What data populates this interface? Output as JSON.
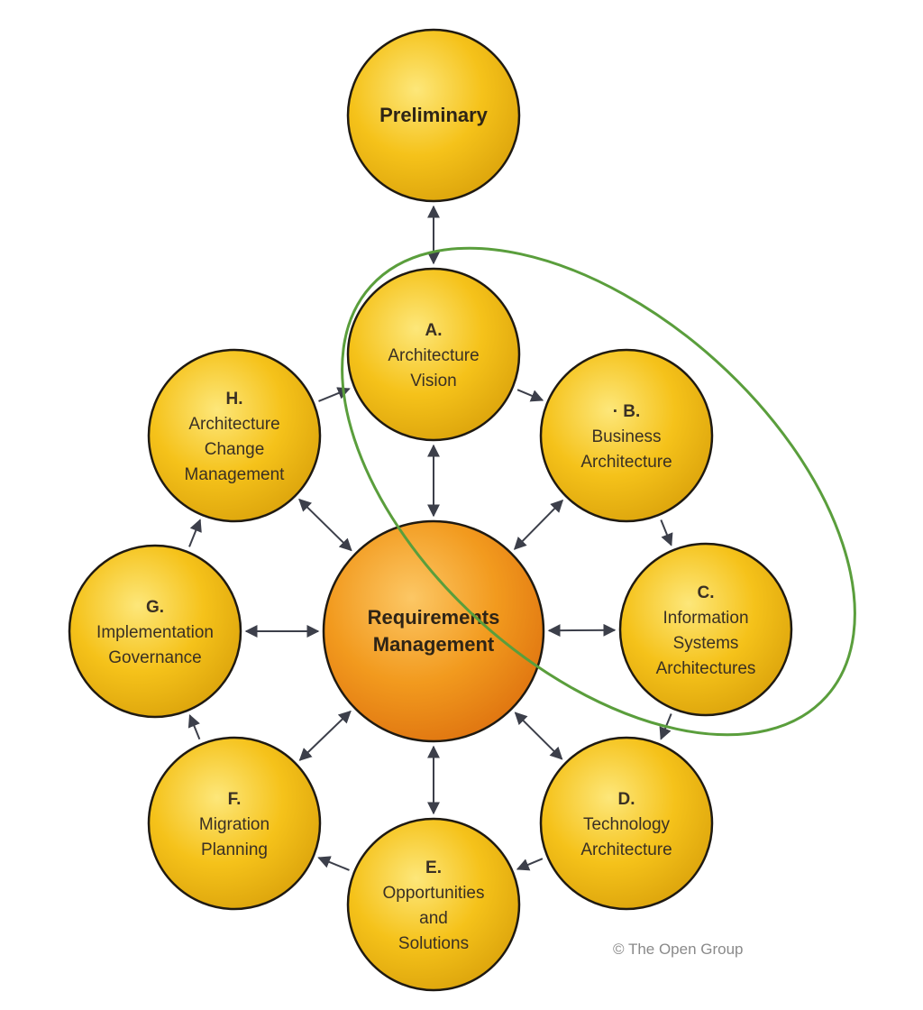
{
  "diagram": {
    "nodes": [
      {
        "id": "preliminary",
        "name": "phase-preliminary",
        "letter": "",
        "lines": [
          "Preliminary"
        ],
        "style": "big"
      },
      {
        "id": "a",
        "name": "phase-a-architecture-vision",
        "letter": "A.",
        "lines": [
          "Architecture",
          "Vision"
        ],
        "style": "normal"
      },
      {
        "id": "b",
        "name": "phase-b-business-architecture",
        "letter": "· B.",
        "lines": [
          "Business",
          "Architecture"
        ],
        "style": "normal"
      },
      {
        "id": "c",
        "name": "phase-c-information-systems-architectures",
        "letter": "C.",
        "lines": [
          "Information",
          "Systems",
          "Architectures"
        ],
        "style": "normal"
      },
      {
        "id": "d",
        "name": "phase-d-technology-architecture",
        "letter": "D.",
        "lines": [
          "Technology",
          "Architecture"
        ],
        "style": "normal"
      },
      {
        "id": "e",
        "name": "phase-e-opportunities-and-solutions",
        "letter": "E.",
        "lines": [
          "Opportunities",
          "and",
          "Solutions"
        ],
        "style": "normal"
      },
      {
        "id": "f",
        "name": "phase-f-migration-planning",
        "letter": "F.",
        "lines": [
          "Migration",
          "Planning"
        ],
        "style": "normal"
      },
      {
        "id": "g",
        "name": "phase-g-implementation-governance",
        "letter": "G.",
        "lines": [
          "Implementation",
          "Governance"
        ],
        "style": "normal"
      },
      {
        "id": "h",
        "name": "phase-h-architecture-change-management",
        "letter": "H.",
        "lines": [
          "Architecture",
          "Change",
          "Management"
        ],
        "style": "normal"
      },
      {
        "id": "rm",
        "name": "requirements-management",
        "letter": "",
        "lines": [
          "Requirements",
          "Management"
        ],
        "style": "center"
      }
    ],
    "edges": [
      {
        "from": "preliminary",
        "to": "a",
        "type": "both"
      },
      {
        "from": "a",
        "to": "b",
        "type": "single"
      },
      {
        "from": "b",
        "to": "c",
        "type": "single"
      },
      {
        "from": "c",
        "to": "d",
        "type": "single"
      },
      {
        "from": "d",
        "to": "e",
        "type": "single"
      },
      {
        "from": "e",
        "to": "f",
        "type": "single"
      },
      {
        "from": "f",
        "to": "g",
        "type": "single"
      },
      {
        "from": "g",
        "to": "h",
        "type": "single"
      },
      {
        "from": "h",
        "to": "a",
        "type": "single"
      },
      {
        "from": "rm",
        "to": "a",
        "type": "both"
      },
      {
        "from": "rm",
        "to": "b",
        "type": "both"
      },
      {
        "from": "rm",
        "to": "c",
        "type": "both"
      },
      {
        "from": "rm",
        "to": "d",
        "type": "both"
      },
      {
        "from": "rm",
        "to": "e",
        "type": "both"
      },
      {
        "from": "rm",
        "to": "f",
        "type": "both"
      },
      {
        "from": "rm",
        "to": "g",
        "type": "both"
      },
      {
        "from": "rm",
        "to": "h",
        "type": "both"
      }
    ],
    "highlight": {
      "color": "#5a9e3c",
      "encloses": [
        "a",
        "b",
        "c"
      ]
    },
    "colors": {
      "phase_fill": "#f5c21a",
      "phase_highlight": "#fde77a",
      "phase_shadow": "#dca40c",
      "center_fill": "#f29a1e",
      "center_highlight": "#fcc765",
      "center_shadow": "#df7410",
      "arrow": "#3c3f4a"
    }
  },
  "copyright": "© The Open Group"
}
